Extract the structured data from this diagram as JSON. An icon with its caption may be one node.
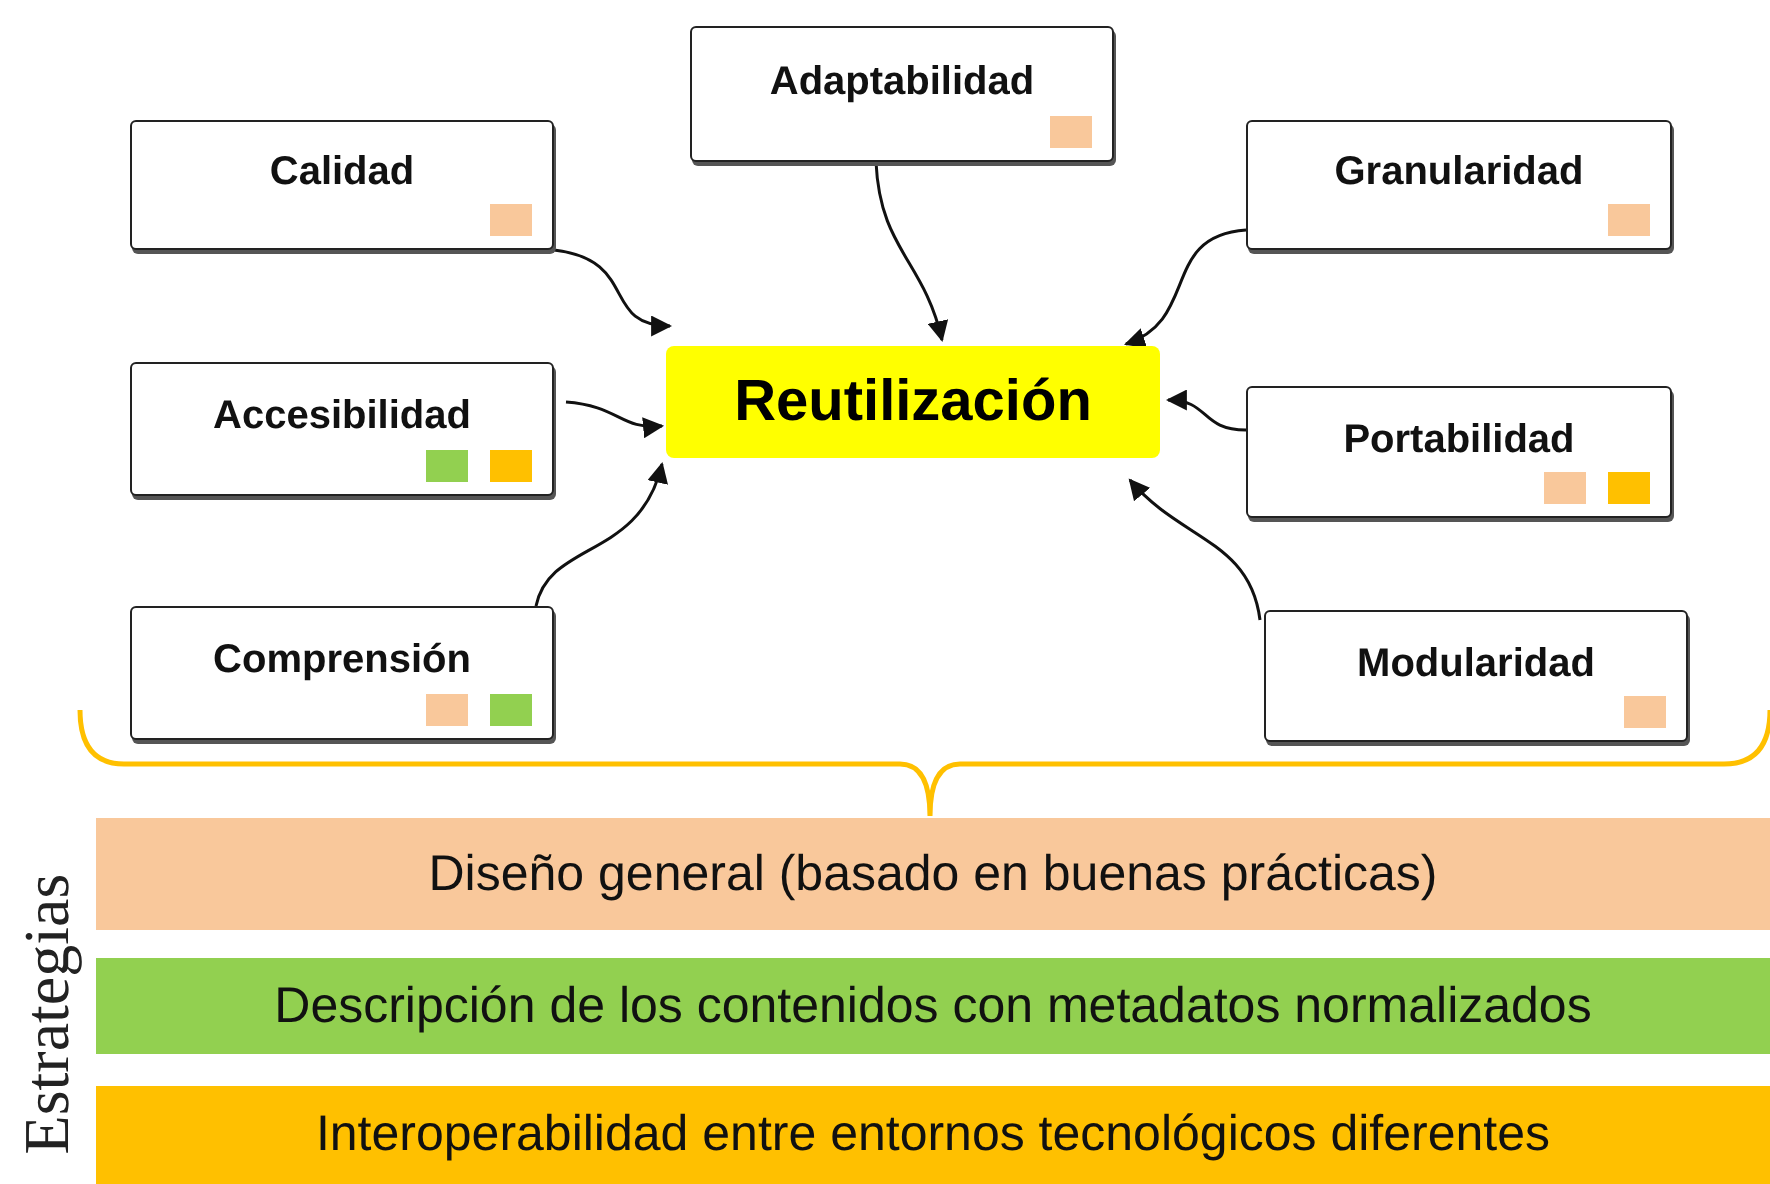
{
  "diagram": {
    "nodes": [
      {
        "text": [
          "Adaptabilidad"
        ]
      },
      {
        "text": [
          "Calidad"
        ]
      },
      {
        "text": [
          "Granularidad"
        ]
      },
      {
        "text": [
          "Reutilización"
        ]
      },
      {
        "text": [
          "Accesibilidad"
        ]
      },
      {
        "text": [
          "Portabilidad"
        ]
      },
      {
        "text": [
          "Comprensión"
        ]
      },
      {
        "text": [
          "Modularidad"
        ]
      },
      {
        "text": [
          "Diseño general (basado en buenas prácticas)"
        ]
      },
      {
        "text": [
          "Descripción de los contenidos con metadatos normalizados"
        ]
      },
      {
        "text": [
          "Interoperabilidad entre entornos tecnológicos diferentes"
        ]
      }
    ],
    "edges": [
      {
        "from": 0,
        "to": 3,
        "arrow": "to"
      },
      {
        "from": 1,
        "to": 3,
        "arrow": "to"
      },
      {
        "from": 2,
        "to": 3,
        "arrow": "to"
      },
      {
        "from": 4,
        "to": 3,
        "arrow": "to"
      },
      {
        "from": 5,
        "to": 3,
        "arrow": "to"
      },
      {
        "from": 6,
        "to": 3,
        "arrow": "to"
      },
      {
        "from": 7,
        "to": 3,
        "arrow": "to"
      }
    ],
    "labels": [
      "Estrategias"
    ]
  }
}
